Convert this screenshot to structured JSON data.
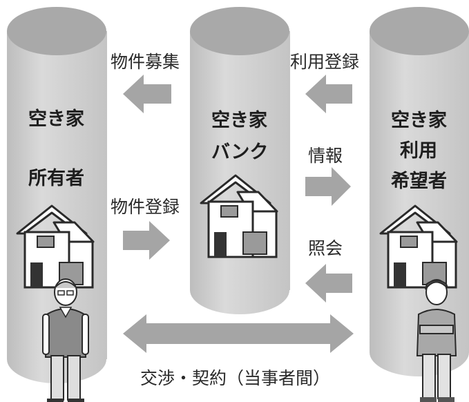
{
  "columns": {
    "owner": {
      "line1": "空き家",
      "line2": "所有者"
    },
    "bank": {
      "line1": "空き家",
      "line2": "バンク"
    },
    "seeker": {
      "line1": "空き家",
      "line2": "利用",
      "line3": "希望者"
    }
  },
  "flows": {
    "property_recruitment": "物件募集",
    "property_registration": "物件登録",
    "usage_registration": "利用登録",
    "information": "情報",
    "inquiry": "照会",
    "negotiation": "交渉・契約（当事者間）"
  },
  "colors": {
    "cylinder_body": "#cfcfcf",
    "cylinder_top": "#a9a9a9",
    "arrow": "#a5a5a5",
    "text": "#222222"
  }
}
